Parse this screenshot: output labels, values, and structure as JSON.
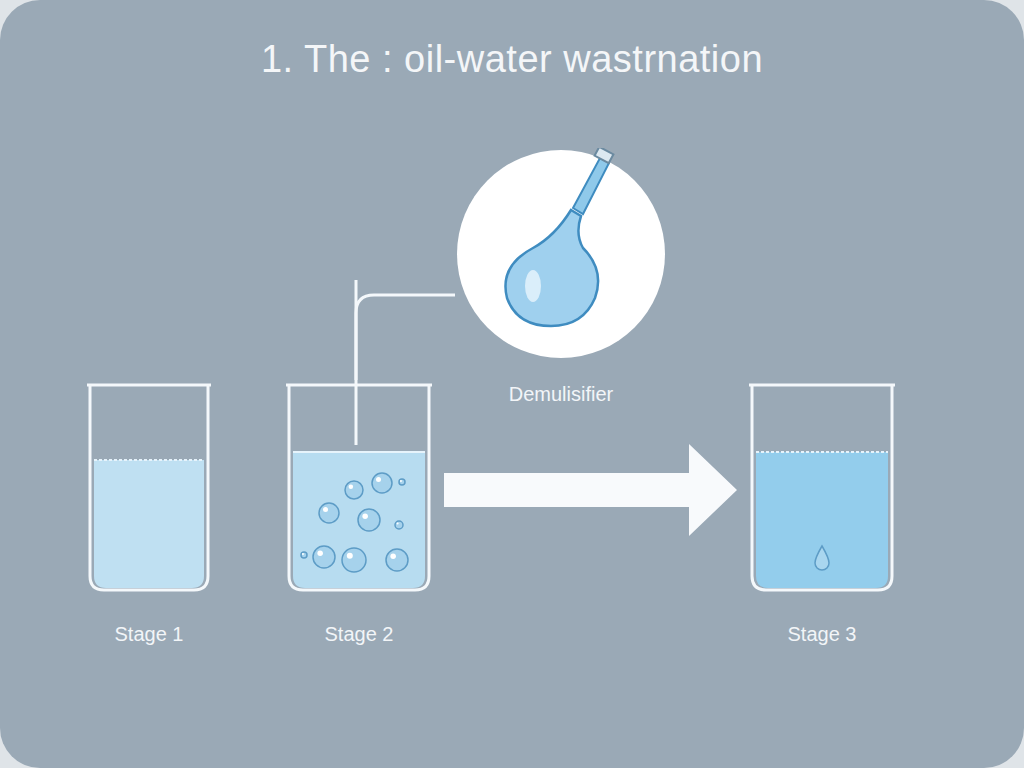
{
  "diagram": {
    "title": "1. The : oil-water wastrnation",
    "nodes": [
      {
        "text": [
          "Stage 1"
        ]
      },
      {
        "text": [
          "Stage 2"
        ]
      },
      {
        "text": [
          "Demulisifier"
        ]
      },
      {
        "text": [
          "Stage 3"
        ]
      }
    ],
    "edges": [
      {
        "from": 2,
        "to": 1,
        "arrow": "none"
      },
      {
        "from": 1,
        "to": 3,
        "arrow": "to"
      }
    ]
  }
}
